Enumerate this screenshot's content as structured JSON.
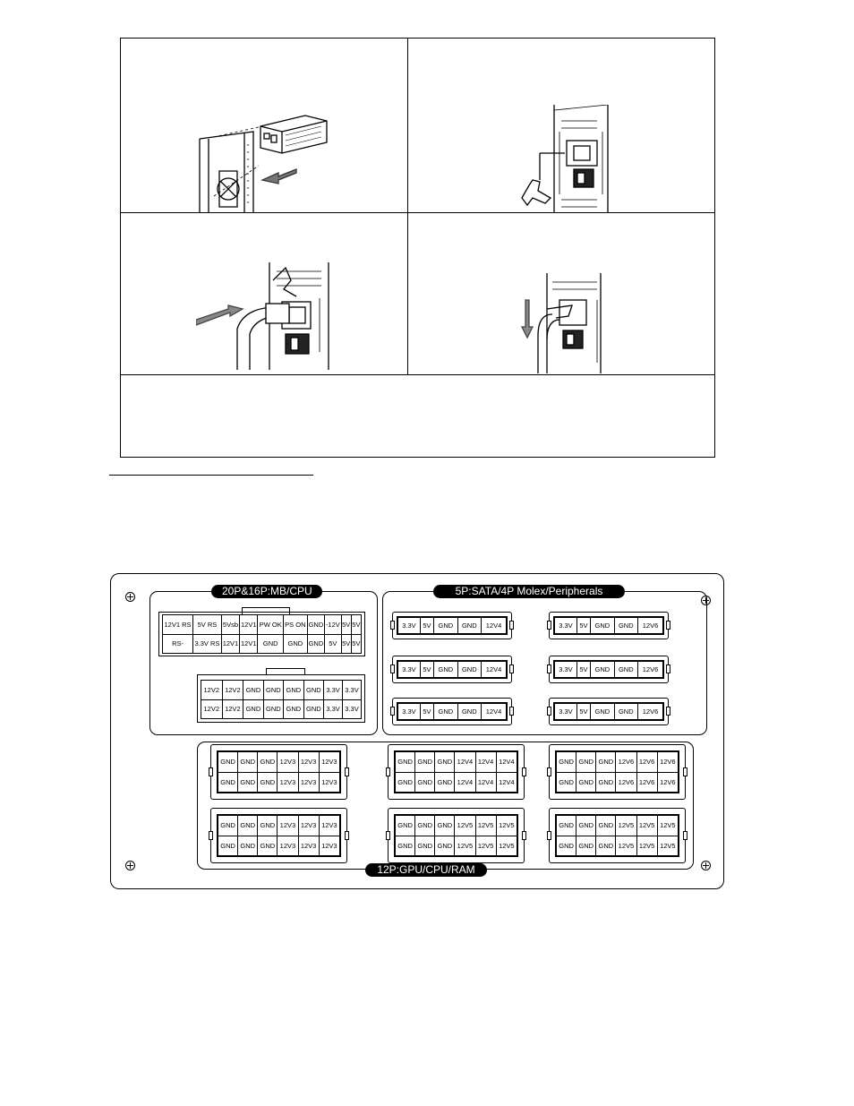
{
  "panel": {
    "labels": {
      "mb": "20P&16P:MB/CPU",
      "sata": "5P:SATA/4P Molex/Peripherals",
      "gpu": "12P:GPU/CPU/RAM"
    },
    "mb20": {
      "row1": [
        "12V1 RS",
        "5V RS",
        "5Vsb",
        "12V1",
        "PW OK",
        "PS ON",
        "GND",
        "-12V",
        "5V",
        "5V"
      ],
      "row2": [
        "RS-",
        "3.3V RS",
        "12V1",
        "12V1",
        "GND",
        "GND",
        "GND",
        "5V",
        "5V",
        "5V"
      ]
    },
    "mb16": {
      "row1": [
        "12V2",
        "12V2",
        "GND",
        "GND",
        "GND",
        "GND",
        "3.3V",
        "3.3V"
      ],
      "row2": [
        "12V2",
        "12V2",
        "GND",
        "GND",
        "GND",
        "GND",
        "3.3V",
        "3.3V"
      ]
    },
    "sata": [
      [
        "3.3V",
        "5V",
        "GND",
        "GND",
        "12V4"
      ],
      [
        "3.3V",
        "5V",
        "GND",
        "GND",
        "12V4"
      ],
      [
        "3.3V",
        "5V",
        "GND",
        "GND",
        "12V4"
      ],
      [
        "3.3V",
        "5V",
        "GND",
        "GND",
        "12V6"
      ],
      [
        "3.3V",
        "5V",
        "GND",
        "GND",
        "12V6"
      ],
      [
        "3.3V",
        "5V",
        "GND",
        "GND",
        "12V6"
      ]
    ],
    "gpu": [
      [
        [
          "GND",
          "GND",
          "GND",
          "12V3",
          "12V3",
          "12V3"
        ],
        [
          "GND",
          "GND",
          "GND",
          "12V3",
          "12V3",
          "12V3"
        ]
      ],
      [
        [
          "GND",
          "GND",
          "GND",
          "12V4",
          "12V4",
          "12V4"
        ],
        [
          "GND",
          "GND",
          "GND",
          "12V4",
          "12V4",
          "12V4"
        ]
      ],
      [
        [
          "GND",
          "GND",
          "GND",
          "12V6",
          "12V6",
          "12V6"
        ],
        [
          "GND",
          "GND",
          "GND",
          "12V6",
          "12V6",
          "12V6"
        ]
      ],
      [
        [
          "GND",
          "GND",
          "GND",
          "12V3",
          "12V3",
          "12V3"
        ],
        [
          "GND",
          "GND",
          "GND",
          "12V3",
          "12V3",
          "12V3"
        ]
      ],
      [
        [
          "GND",
          "GND",
          "GND",
          "12V5",
          "12V5",
          "12V5"
        ],
        [
          "GND",
          "GND",
          "GND",
          "12V5",
          "12V5",
          "12V5"
        ]
      ],
      [
        [
          "GND",
          "GND",
          "GND",
          "12V5",
          "12V5",
          "12V5"
        ],
        [
          "GND",
          "GND",
          "GND",
          "12V5",
          "12V5",
          "12V5"
        ]
      ]
    ]
  },
  "icons": {
    "step1": "psu-insert-illustration",
    "step2": "cable-clip-illustration",
    "step3": "power-cord-insert-illustration",
    "step4": "clip-lock-illustration"
  }
}
